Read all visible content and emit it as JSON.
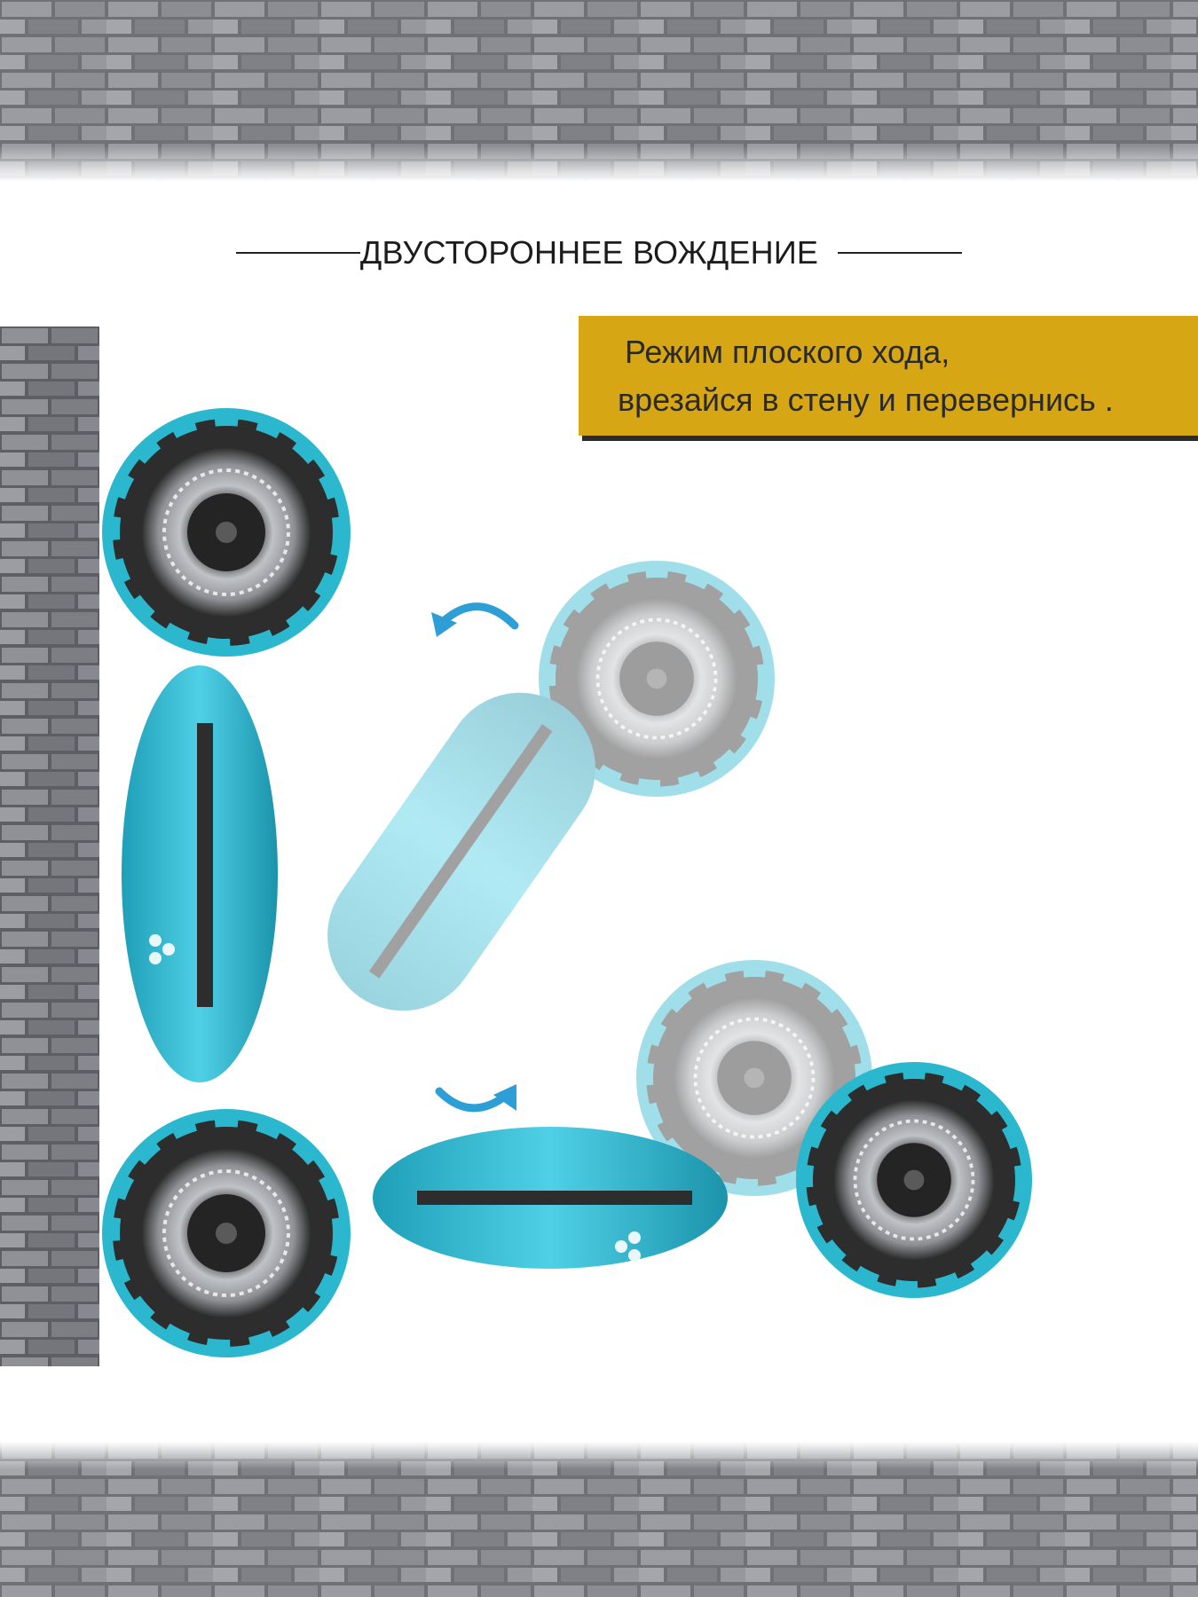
{
  "heading": {
    "text": "ДВУСТОРОННЕЕ ВОЖДЕНИЕ"
  },
  "banner": {
    "line1": "Режим плоского хода,",
    "line2": "врезайся в стену и переверниcь ."
  },
  "colors": {
    "accent_yellow": "#d7a614",
    "toy_blue": "#2bb8cf",
    "wheel_dark": "#2d2d2d",
    "brick_gray": "#8a8c92",
    "arrow_blue": "#2e9fd6"
  },
  "icons": [
    "rotate-left-arrow-icon",
    "rotate-right-arrow-icon"
  ]
}
